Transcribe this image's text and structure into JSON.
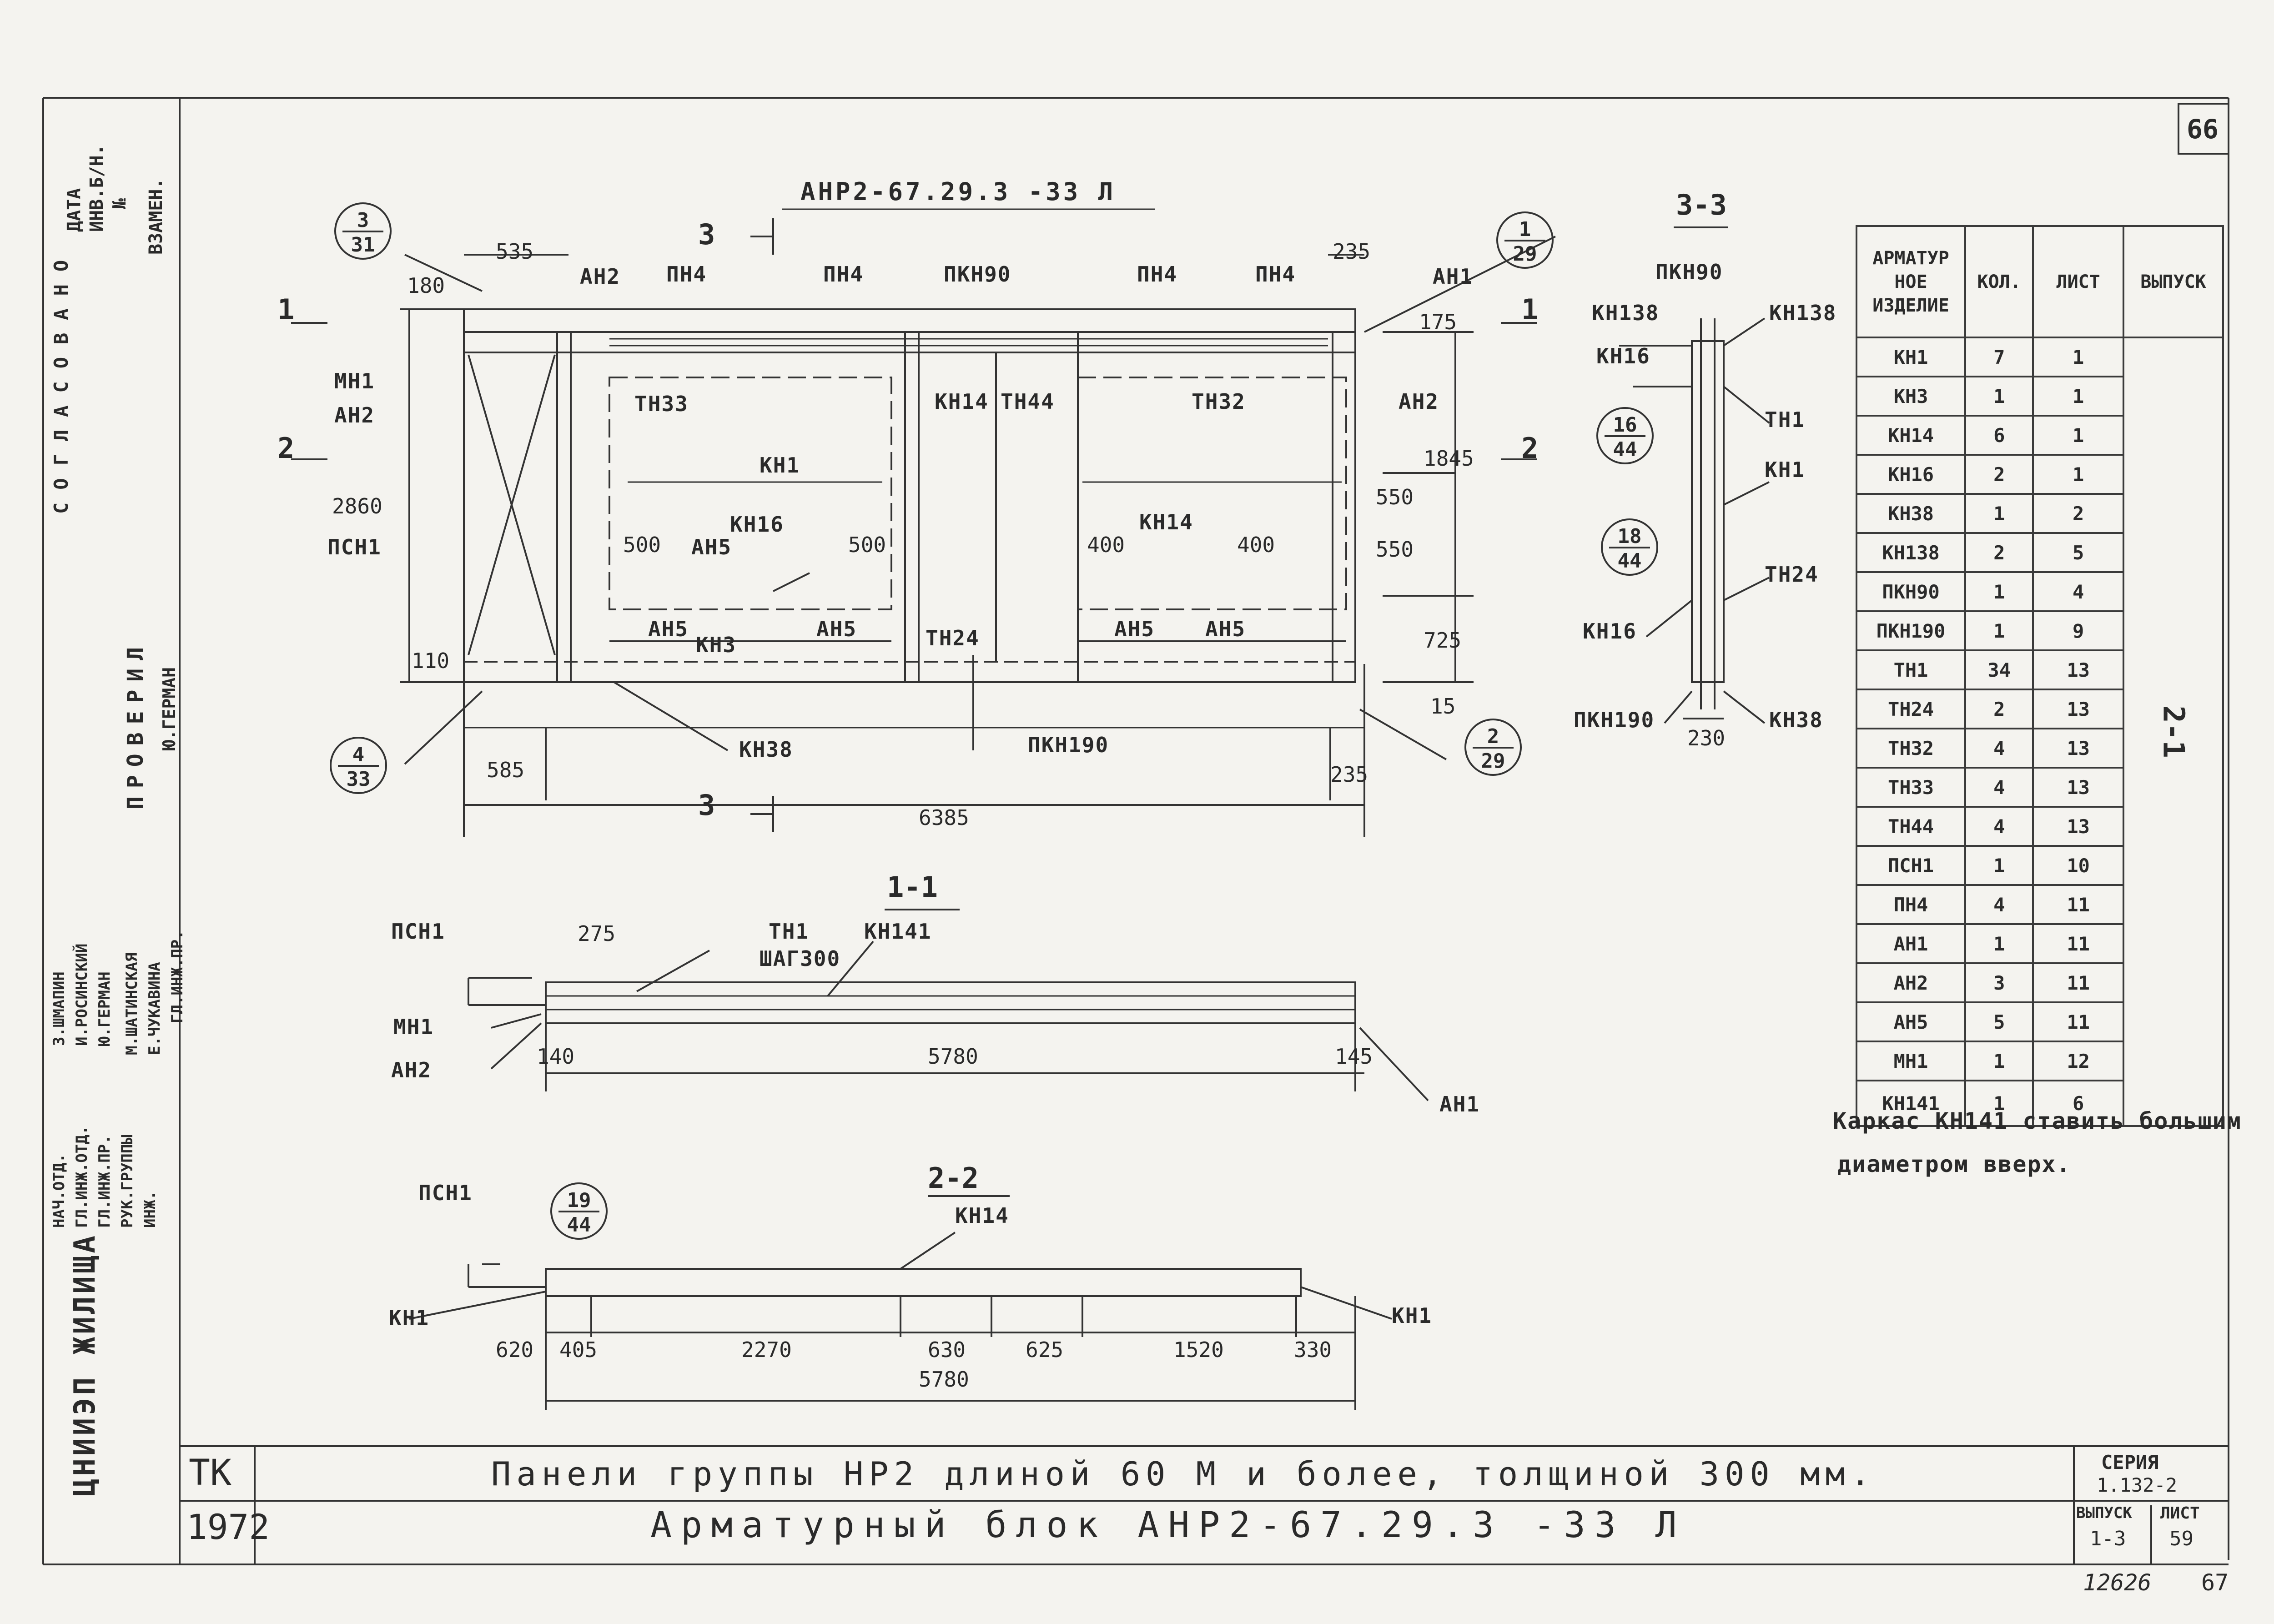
{
  "sheet_number": "66",
  "main_view": {
    "mark": "АНР2-67.29.3 -33 Л",
    "labels": {
      "an2_top": "АН2",
      "pn4_1": "ПН4",
      "pn4_2": "ПН4",
      "pkn90": "ПКН90",
      "pn4_3": "ПН4",
      "pn4_4": "ПН4",
      "an1_top": "АН1",
      "mn1": "МН1",
      "an2_left": "АН2",
      "psn1": "ПСН1",
      "tn33": "ТН33",
      "kn14_a": "КН14",
      "tn44": "ТН44",
      "tn32": "ТН32",
      "an2_right": "АН2",
      "kn1": "КН1",
      "kn16": "КН16",
      "an5_a": "АН5",
      "kn14_b": "КН14",
      "an5_b": "АН5",
      "kn3": "КН3",
      "an5_c": "АН5",
      "tn24": "ТН24",
      "an5_d": "АН5",
      "an5_e": "АН5",
      "kn38": "КН38",
      "pkn190": "ПКН190"
    },
    "dims": {
      "d535": "535",
      "d235_top": "235",
      "d180": "180",
      "d175": "175",
      "d2860": "2860",
      "d1845": "1845",
      "d550a": "550",
      "d550b": "550",
      "d725": "725",
      "d500a": "500",
      "d500b": "500",
      "d400a": "400",
      "d400b": "400",
      "d110": "110",
      "d15": "15",
      "d585": "585",
      "d235_bot": "235",
      "d6385": "6385"
    },
    "section_marks": {
      "s1_left": "1",
      "s1_right": "1",
      "s2_left": "2",
      "s2_right": "2",
      "s3_top": "3",
      "s3_bot": "3"
    },
    "callouts": [
      {
        "top": "3",
        "bottom": "31"
      },
      {
        "top": "1",
        "bottom": "29"
      },
      {
        "top": "4",
        "bottom": "33"
      },
      {
        "top": "2",
        "bottom": "29"
      }
    ]
  },
  "section_3_3": {
    "title": "3-3",
    "labels": {
      "pkn90": "ПКН90",
      "kn138a": "КН138",
      "kn138b": "КН138",
      "kn16a": "КН16",
      "tn1": "ТН1",
      "kn1": "КН1",
      "tn24": "ТН24",
      "kn16b": "КН16",
      "pkn190": "ПКН190",
      "kn38": "КН38"
    },
    "dims": {
      "d230": "230"
    },
    "callouts": [
      {
        "top": "16",
        "bottom": "44"
      },
      {
        "top": "18",
        "bottom": "44"
      }
    ]
  },
  "section_1_1": {
    "title": "1-1",
    "labels": {
      "psn1": "ПСН1",
      "tn1": "ТН1",
      "kn141": "КН141",
      "step": "ШАГ300",
      "mn1": "МН1",
      "an2": "АН2",
      "an1": "АН1"
    },
    "dims": {
      "d275": "275",
      "d140": "140",
      "d5780": "5780",
      "d145": "145"
    }
  },
  "section_2_2": {
    "title": "2-2",
    "labels": {
      "psn1": "ПСН1",
      "kn14": "КН14",
      "kn1_left": "КН1",
      "kn1_right": "КН1"
    },
    "callout": {
      "top": "19",
      "bottom": "44"
    },
    "dims": {
      "d620": "620",
      "d405": "405",
      "d2270": "2270",
      "d630": "630",
      "d625": "625",
      "d1520": "1520",
      "d330": "330",
      "d5780": "5780"
    }
  },
  "spec_table": {
    "headers": {
      "item": "АРМАТУР НОЕ ИЗДЕЛИЕ",
      "qty": "КОЛ.",
      "sheet": "ЛИСТ",
      "issue": "ВЫПУСК"
    },
    "rows": [
      {
        "item": "КН1",
        "qty": "7",
        "sheet": "1"
      },
      {
        "item": "КН3",
        "qty": "1",
        "sheet": "1"
      },
      {
        "item": "КН14",
        "qty": "6",
        "sheet": "1"
      },
      {
        "item": "КН16",
        "qty": "2",
        "sheet": "1"
      },
      {
        "item": "КН38",
        "qty": "1",
        "sheet": "2"
      },
      {
        "item": "КН138",
        "qty": "2",
        "sheet": "5"
      },
      {
        "item": "ПКН90",
        "qty": "1",
        "sheet": "4"
      },
      {
        "item": "ПКН190",
        "qty": "1",
        "sheet": "9"
      },
      {
        "item": "ТН1",
        "qty": "34",
        "sheet": "13"
      },
      {
        "item": "ТН24",
        "qty": "2",
        "sheet": "13"
      },
      {
        "item": "ТН32",
        "qty": "4",
        "sheet": "13"
      },
      {
        "item": "ТН33",
        "qty": "4",
        "sheet": "13"
      },
      {
        "item": "ТН44",
        "qty": "4",
        "sheet": "13"
      },
      {
        "item": "ПСН1",
        "qty": "1",
        "sheet": "10"
      },
      {
        "item": "ПН4",
        "qty": "4",
        "sheet": "11"
      },
      {
        "item": "АН1",
        "qty": "1",
        "sheet": "11"
      },
      {
        "item": "АН2",
        "qty": "3",
        "sheet": "11"
      },
      {
        "item": "АН5",
        "qty": "5",
        "sheet": "11"
      },
      {
        "item": "МН1",
        "qty": "1",
        "sheet": "12"
      },
      {
        "item": "КН141",
        "qty": "1",
        "sheet": "6"
      }
    ],
    "issue_value": "2-1"
  },
  "note": {
    "line1": "Каркас КН141 ставить большим",
    "line2": "диаметром вверх."
  },
  "left_stamp": {
    "top_labels": [
      "ДАТА",
      "ИНВ.Б/Н.",
      "№",
      "ВЗАМЕН."
    ],
    "agreed": "СОГЛАСОВАНО",
    "checked": "ПРОВЕРИЛ",
    "checked_name": "Ю.ГЕРМАН",
    "roles": [
      "НАЧ.ОТД.",
      "ГЛ.ИНЖ.ОТД.",
      "ГЛ.ИНЖ.ПР.",
      "РУК.ГРУППЫ",
      "ИНЖ.",
      "ГЛ.ИНЖ.ПР."
    ],
    "names": [
      "З.ШМАПИН",
      "И.РОСИНСКИЙ",
      "Ю.ГЕРМАН",
      "М.ШАТИНСКАЯ",
      "Е.ЧУКАВИНА"
    ],
    "org": "ЦНИИЭП ЖИЛИЩА"
  },
  "title_block": {
    "code": "ТК",
    "year": "1972",
    "line1": "Панели группы НР2 длиной 60 М и более, толщиной 300 мм.",
    "line2": "Арматурный блок АНР2-67.29.3 -33 Л",
    "series_label": "СЕРИЯ",
    "series_value": "1.132-2",
    "issue_label": "ВЫПУСК",
    "issue_value": "1-3",
    "sheet_label": "ЛИСТ",
    "sheet_value": "59"
  },
  "footer": {
    "inv": "12626",
    "page": "67"
  }
}
